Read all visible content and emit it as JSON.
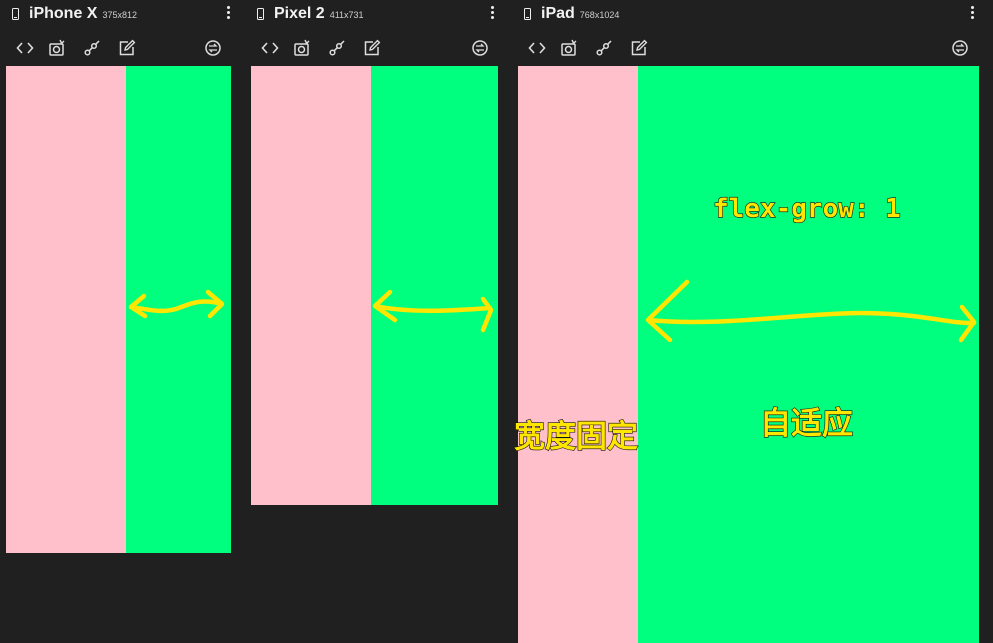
{
  "devices": [
    {
      "name": "iPhone X",
      "size": "375x812"
    },
    {
      "name": "Pixel 2",
      "size": "411x731"
    },
    {
      "name": "iPad",
      "size": "768x1024"
    }
  ],
  "toolbar_icons": [
    "code-icon",
    "screenshot-icon",
    "network-throttle-icon",
    "edit-icon",
    "rotate-icon"
  ],
  "annotations": {
    "flex_grow": "flex-grow: 1",
    "fixed_width": "宽度固定",
    "adaptive": "自适应"
  },
  "colors": {
    "background": "#202020",
    "fixed_column": "#ffc0cb",
    "flexible_column": "#00ff7f",
    "annotation": "#ffe600"
  }
}
